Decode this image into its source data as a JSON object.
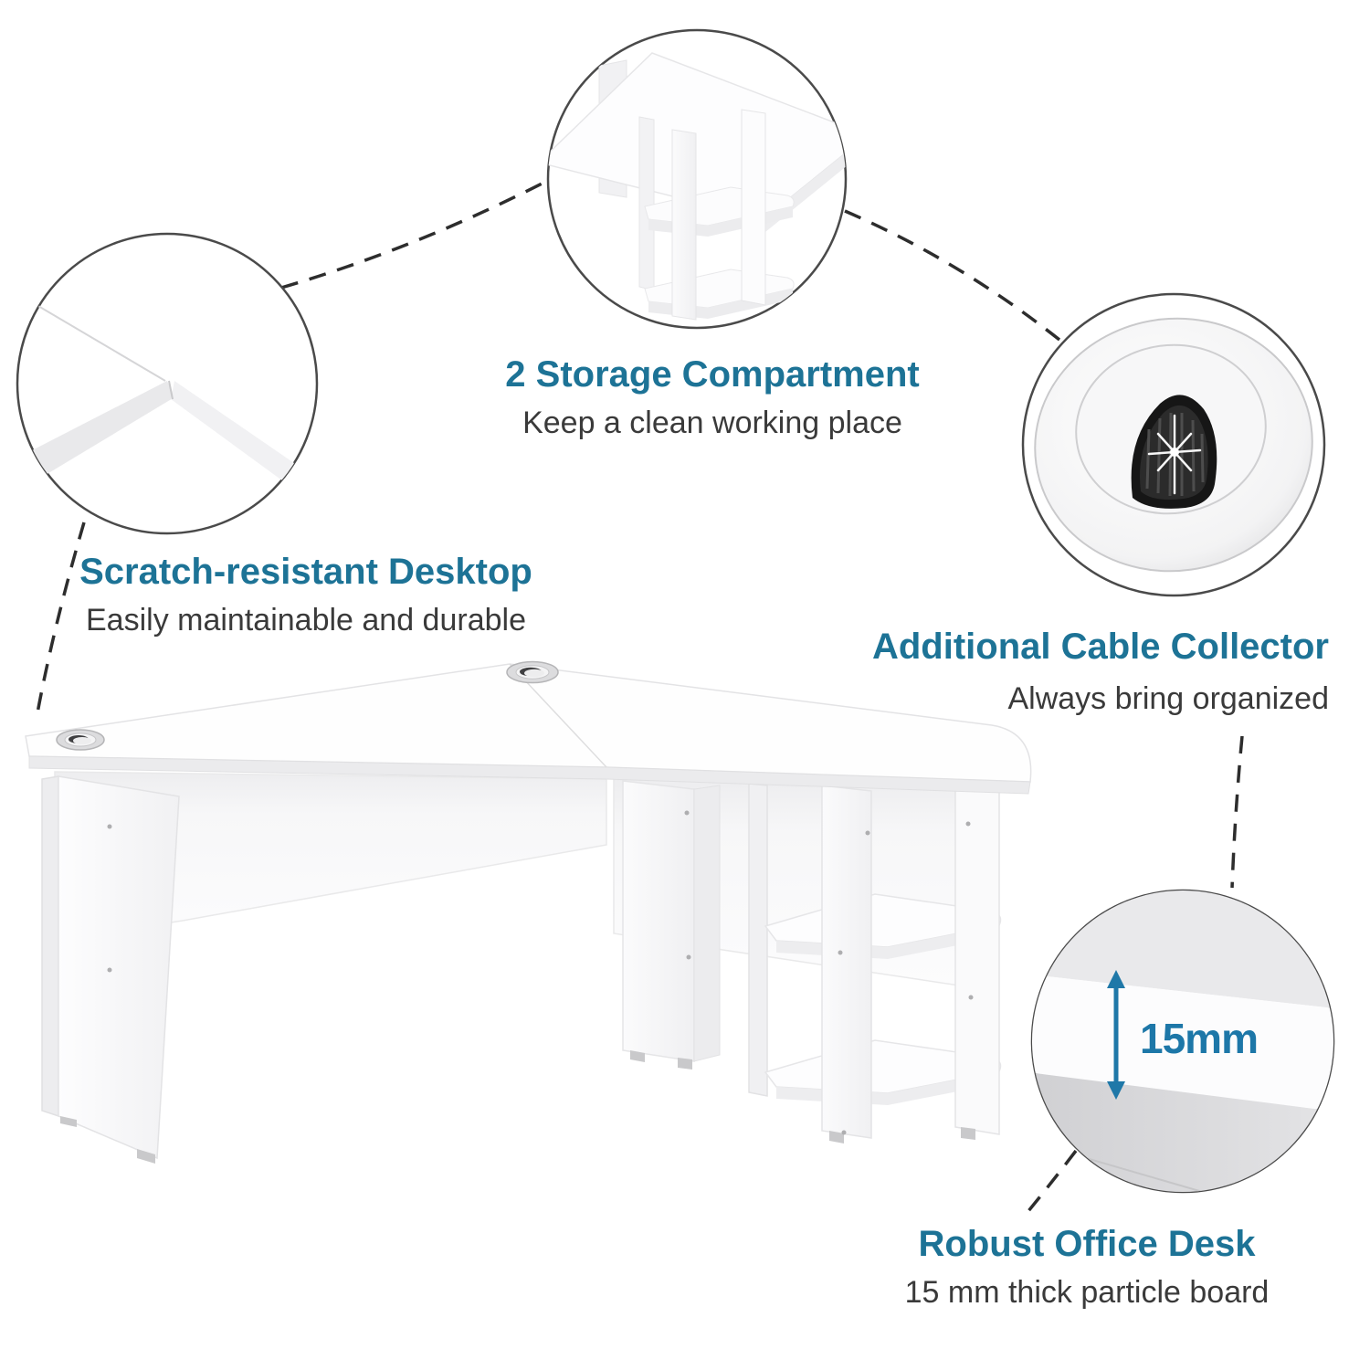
{
  "page": {
    "background": "#ffffff"
  },
  "colors": {
    "heading_teal": "#1d7396",
    "body_text": "#3a3a3a",
    "accent_blue": "#1f78a8",
    "dashed_line": "#2d2d2d",
    "circle_outline": "#4a4a4a",
    "desk_white": "#fdfdfe",
    "desk_shadow": "#ededef",
    "grommet_silver": "#dcdcde"
  },
  "callouts": [
    {
      "id": "storage",
      "title": "2 Storage Compartment",
      "subtitle": "Keep a clean working place"
    },
    {
      "id": "scratch",
      "title": "Scratch-resistant Desktop",
      "subtitle": "Easily maintainable and durable"
    },
    {
      "id": "cable",
      "title": "Additional Cable Collector",
      "subtitle": "Always bring organized"
    },
    {
      "id": "robust",
      "title": "Robust Office Desk",
      "subtitle": "15 mm thick particle board"
    }
  ],
  "measurement": {
    "thickness_label": "15mm"
  },
  "figures": {
    "product": "l-shaped-office-desk-illustration",
    "detail_circles": [
      "desktop-corner-seam-detail",
      "storage-compartment-detail",
      "cable-grommet-detail",
      "board-thickness-detail"
    ],
    "icon_names": [
      "height-arrow-icon",
      "cable-brush-grommet-icon"
    ]
  }
}
